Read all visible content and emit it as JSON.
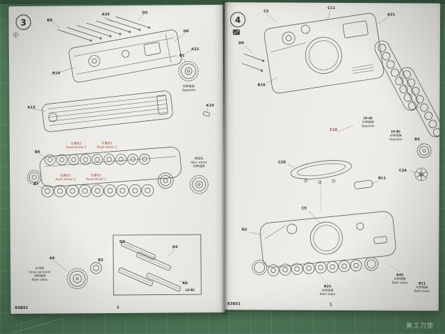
{
  "left_page": {
    "step": "3",
    "code": "83851",
    "page_no": "4",
    "callouts": {
      "a34": "A34",
      "b9": "B9",
      "d5": "D5",
      "d6": "D6",
      "a33": "A33",
      "b10": "B10",
      "k10": "K10",
      "b1": "B1",
      "a13": "A13",
      "b6": "B6",
      "b7": "B7",
      "a9": "A9",
      "b3": "B3",
      "d3": "D3",
      "d4": "D4",
      "k6": "K6"
    },
    "labels": {
      "sym_cn": "对称组装",
      "both_en": "Both sides",
      "opp_en": "Opposite",
      "rw1_cn": "负重轮1",
      "rw1_en": "Road wheel 1",
      "rw2_cn": "负重轮2",
      "rw2_en": "Road wheel 2",
      "idler_cn": "诱导轮",
      "idler_en": "Idler wheel",
      "drive_cn": "主动轮",
      "drive_en": "Drive-sprocket",
      "tag": "(4-B)"
    }
  },
  "right_page": {
    "step": "4",
    "code": "83851",
    "page_no": "5",
    "callouts": {
      "c2": "C2",
      "c11": "C11",
      "a21": "A21",
      "d9": "D9",
      "b16": "B16",
      "c5": "C5",
      "c16": "C16",
      "b5": "B5",
      "c24": "C24",
      "c28": "C28",
      "b11": "B11",
      "d2": "D2",
      "a45": "A45",
      "b21": "B21",
      "b25": "B25"
    },
    "labels": {
      "sym_cn": "对称组装",
      "both_en": "Both sides",
      "opp_en": "Opposite",
      "tag_a": "(4-A)",
      "tag_b": "(4-B)"
    }
  },
  "mat": {
    "marking": "美工刀垫"
  }
}
